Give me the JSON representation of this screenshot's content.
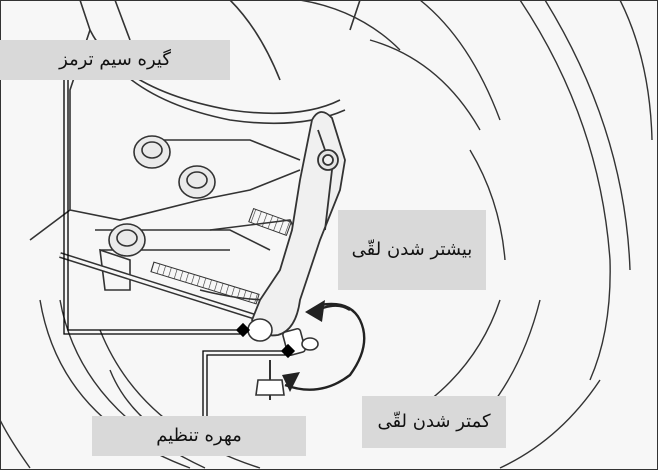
{
  "labels": {
    "brake_cable_clip": "گیره سیم ترمز",
    "looser": "بیشتر شدن لقّی",
    "tighter": "کمتر شدن لقّی",
    "adjusting_nut": "مهره تنظیم"
  },
  "colors": {
    "line_art": "#333333",
    "label_background": "#d9d9d9",
    "background": "#f7f7f7"
  }
}
